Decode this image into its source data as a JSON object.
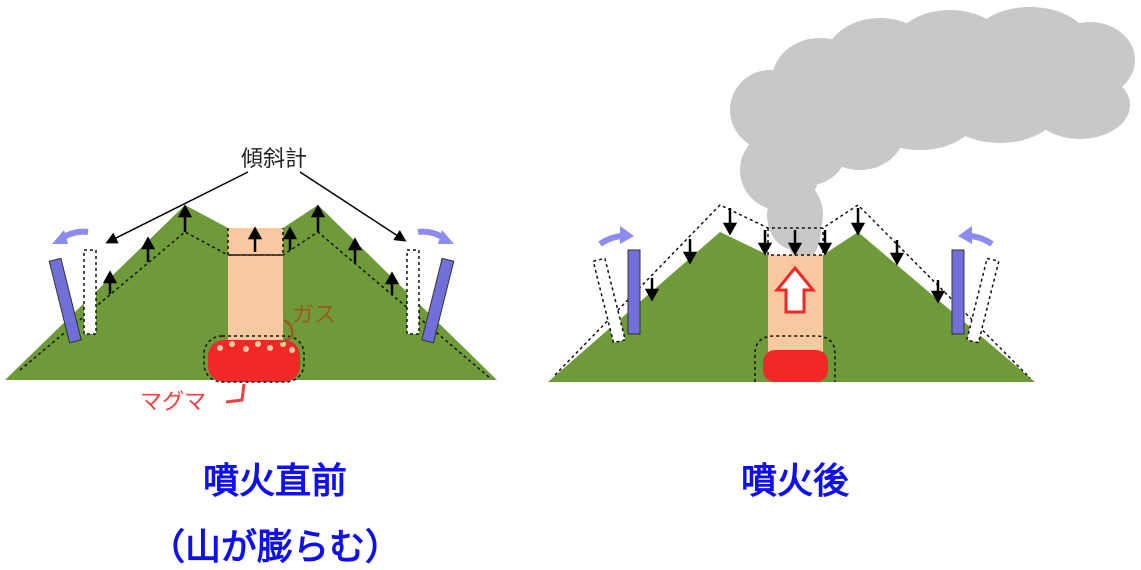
{
  "labels": {
    "tiltmeter": "傾斜計",
    "gas": "ガス",
    "magma": "マグマ"
  },
  "captions": {
    "before_line1": "噴火直前",
    "before_line2": "（山が膨らむ）",
    "after": "噴火後"
  },
  "colors": {
    "mountain": "#6f9a3a",
    "conduit": "#f8c9a0",
    "magma": "#f02828",
    "tiltmeter": "#7070d8",
    "arrow_blue": "#8c8cf0",
    "smoke": "#c8c8c8",
    "label_brown": "#9a5a1a",
    "label_red": "#f04040",
    "caption": "#1010ee"
  }
}
